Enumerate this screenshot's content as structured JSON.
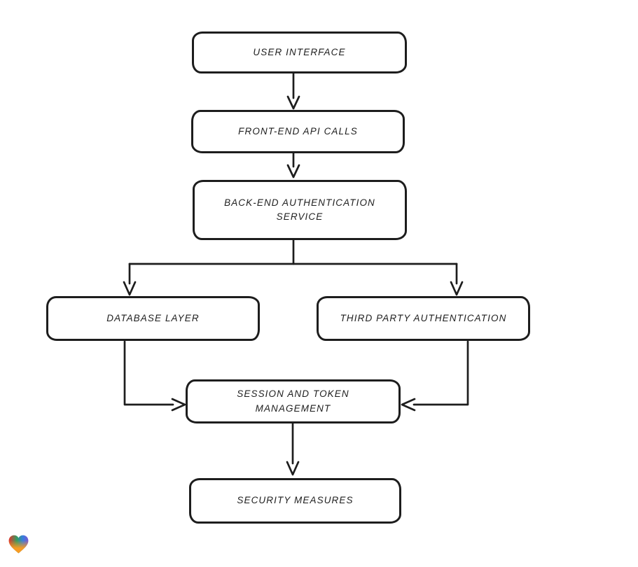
{
  "page": {
    "background": "#ffffff"
  },
  "diagram": {
    "type": "flowchart",
    "stroke_color": "#1d1d1d",
    "node_fill": "#ffffff",
    "nodes": [
      {
        "id": "user-interface",
        "label": "USER INTERFACE"
      },
      {
        "id": "front-end-api-calls",
        "label": "FRONT-END API CALLS"
      },
      {
        "id": "back-end-authentication-service",
        "label": "BACK-END AUTHENTICATION SERVICE"
      },
      {
        "id": "database-layer",
        "label": "DATABASE LAYER"
      },
      {
        "id": "third-party-authentication",
        "label": "THIRD PARTY AUTHENTICATION"
      },
      {
        "id": "session-and-token-management",
        "label": "SESSION AND TOKEN MANAGEMENT"
      },
      {
        "id": "security-measures",
        "label": "SECURITY MEASURES"
      }
    ],
    "edges": [
      {
        "from": "user-interface",
        "to": "front-end-api-calls"
      },
      {
        "from": "front-end-api-calls",
        "to": "back-end-authentication-service"
      },
      {
        "from": "back-end-authentication-service",
        "to": "database-layer"
      },
      {
        "from": "back-end-authentication-service",
        "to": "third-party-authentication"
      },
      {
        "from": "database-layer",
        "to": "session-and-token-management"
      },
      {
        "from": "third-party-authentication",
        "to": "session-and-token-management"
      },
      {
        "from": "session-and-token-management",
        "to": "security-measures"
      }
    ]
  },
  "branding": {
    "logo_name": "heart-gradient-logo",
    "logo_colors": [
      "#e5342c",
      "#2f9e62",
      "#377ddf",
      "#7a57d1",
      "#f69b23"
    ]
  }
}
